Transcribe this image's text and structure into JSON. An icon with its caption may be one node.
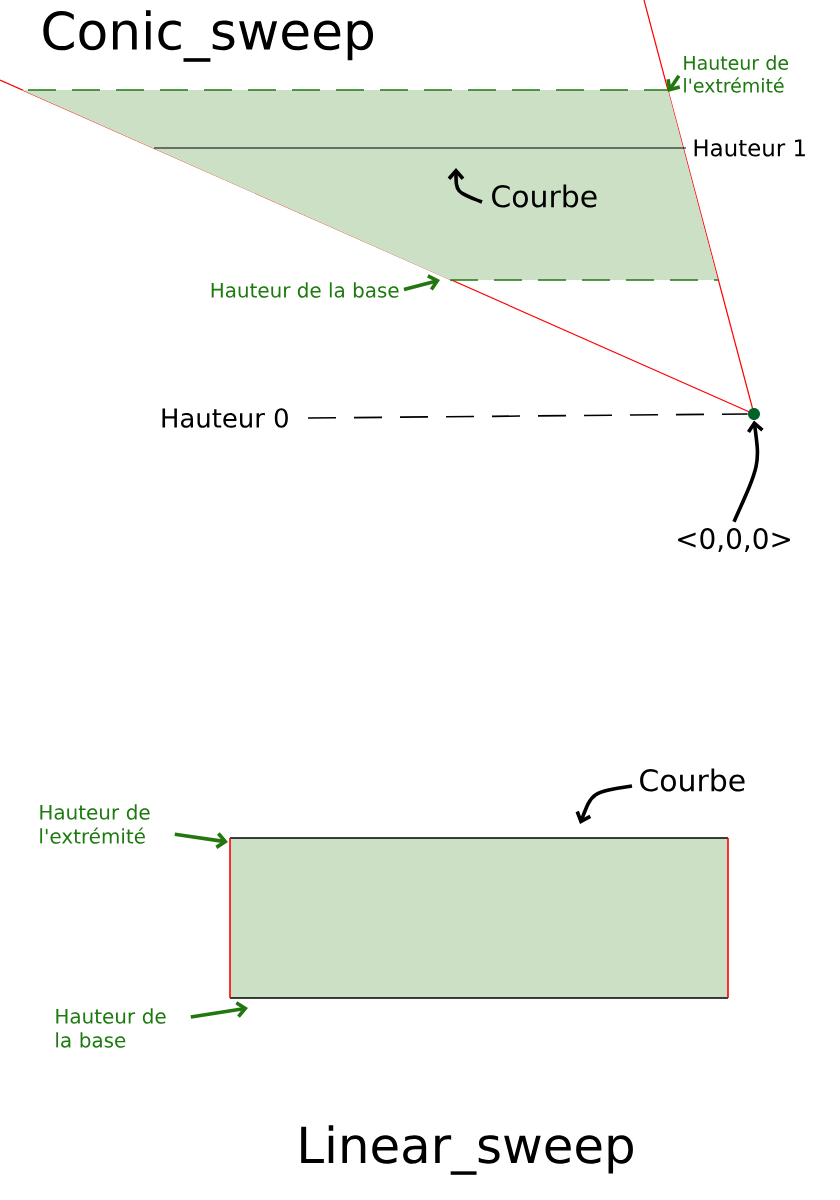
{
  "diagram": {
    "nodes": [
      {
        "text": [
          "Hauteur de l'extrémité"
        ]
      },
      {
        "text": [
          "Courbe"
        ],
        "in": 3
      },
      {
        "text": [
          "Hauteur de la base"
        ]
      },
      {
        "text": [],
        "shape": "quadrilateral"
      },
      {
        "text": [
          "Hauteur 0"
        ]
      },
      {
        "text": [],
        "shape": "circle"
      },
      {
        "text": [
          "<0,0,0>"
        ]
      },
      {
        "text": [
          "Hauteur de l'extrémité"
        ]
      },
      {
        "text": [
          "Courbe"
        ]
      },
      {
        "text": [],
        "shape": "box"
      },
      {
        "text": [
          "Hauteur de la base"
        ]
      }
    ],
    "edges": [
      {
        "from": 0,
        "to": 3,
        "arrow": "to",
        "color": "#227711"
      },
      {
        "from": 1,
        "to": null,
        "arrow": "to",
        "color": "#000000"
      },
      {
        "from": 2,
        "to": 3,
        "arrow": "to",
        "color": "#227711"
      },
      {
        "from": 4,
        "to": 5,
        "arrow": "none",
        "style": "dashed",
        "color": "#000000"
      },
      {
        "from": 6,
        "to": 5,
        "arrow": "to",
        "color": "#000000"
      },
      {
        "from": 7,
        "to": 9,
        "arrow": "to",
        "color": "#227711"
      },
      {
        "from": 8,
        "to": 9,
        "arrow": "to",
        "color": "#000000"
      },
      {
        "from": 10,
        "to": 9,
        "arrow": "to",
        "color": "#227711"
      }
    ],
    "labels": [
      "Conic_sweep",
      "Hauteur 1",
      "Linear_sweep"
    ]
  }
}
